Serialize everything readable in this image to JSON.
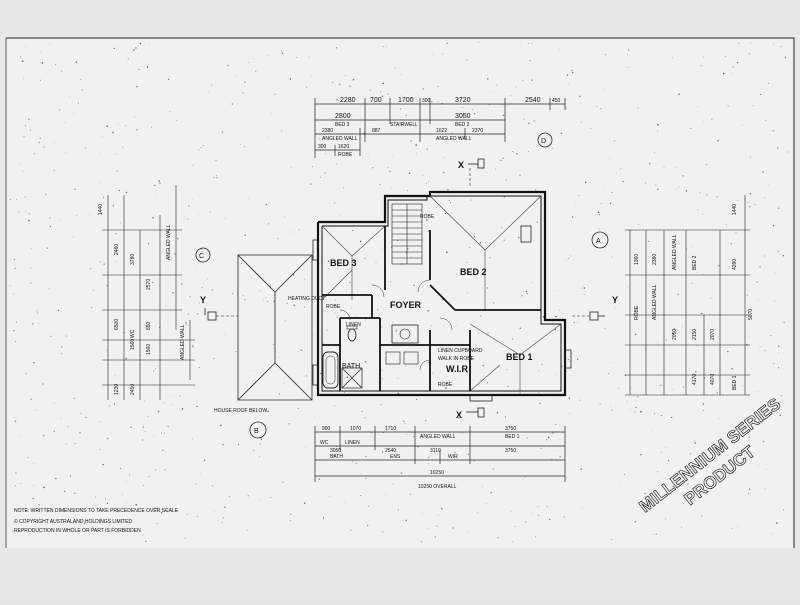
{
  "rooms": {
    "bed3": "BED 3",
    "bed2": "BED 2",
    "bed1": "BED 1",
    "foyer": "FOYER",
    "bath": "BATH",
    "wir": "W.I.R",
    "linen": "LINEN",
    "wc": "WC",
    "heating": "HEATING DUCT"
  },
  "compass": {
    "a": "A",
    "b": "B",
    "c": "C",
    "d": "D"
  },
  "section_markers": {
    "x": "X",
    "y": "Y"
  },
  "dimensions": {
    "top": [
      "2280",
      "700",
      "1700",
      "300",
      "3720",
      "2540",
      "450"
    ],
    "top_sub": [
      "2800",
      "BED 3",
      "STAIRWELL",
      "3050",
      "BED 2"
    ],
    "top_sub2": [
      "2380",
      "ANGLED WALL",
      "887",
      "1622",
      "ANGLED WALL",
      "2370"
    ],
    "top_small": [
      "300",
      "1620",
      "ROBE"
    ],
    "bottom": [
      "900",
      "1070",
      "1710",
      "ANGLED WALL",
      "3750",
      "BED 1"
    ],
    "bottom_sub": [
      "WC",
      "LINEN",
      "3050",
      "2540",
      "3110",
      "3750"
    ],
    "bottom_sub2": [
      "BATH",
      "ENS",
      "WIR"
    ],
    "overall": "10250",
    "overall_label": "10250 OVERALL"
  },
  "notes": {
    "note": "NOTE: WRITTEN DIMENSIONS TO TAKE PRECEDENCE OVER SCALE",
    "copyright": "© COPYRIGHT    AUSTRALAND HOLDINGS LIMITED",
    "repro": "REPRODUCTION IN WHOLE OR PART IS FORBIDDEN"
  },
  "stamp": {
    "line1": "MILLENNIUM SERIES",
    "line2": "PRODUCT"
  },
  "annotations": {
    "house_roof": "HOUSE ROOF BELOW",
    "robe": "ROBE",
    "linen_cupboard": "LINEN CUPBOARD",
    "walk_in": "WALK IN ROBE"
  }
}
